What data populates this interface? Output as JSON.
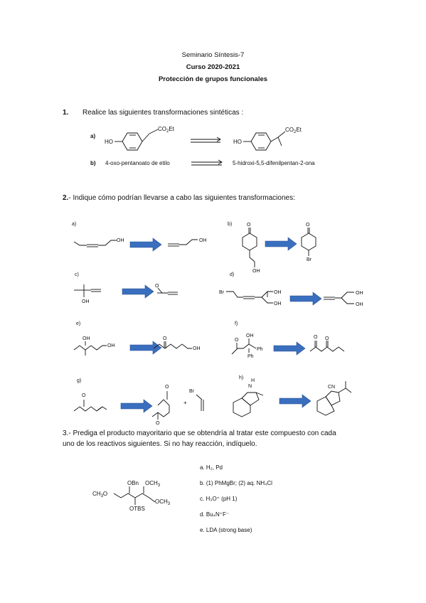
{
  "header": {
    "title": "Seminario Síntesis-7",
    "course": "Curso 2020-2021",
    "topic": "Protección de grupos funcionales"
  },
  "q1": {
    "number": "1.",
    "text": "Realice las siguientes transformaciones sintéticas :",
    "a_label": "a)",
    "b_label": "b)",
    "b_start": "4-oxo-pentanoato de etilo",
    "b_end": "5-hidroxi-5,5-difenilpentan-2-ona"
  },
  "q2": {
    "number": "2.",
    "text": "- Indique cómo podrían llevarse a cabo las siguientes transformaciones:",
    "labels": [
      "a)",
      "b)",
      "c)",
      "d)",
      "e)",
      "f)",
      "g)",
      "h)"
    ]
  },
  "q3": {
    "text_line1": "3.- Prediga el producto mayoritario que se obtendría al tratar este compuesto con cada",
    "text_line2": "uno de los reactivos siguientes. Si no hay reacción, indíquelo.",
    "reagents": [
      "a. H₂, Pd",
      "b. (1) PhMgBr; (2) aq. NH₄Cl",
      "c. H₃O⁺ (pH 1)",
      "d. Bu₄N⁺F⁻",
      "e. LDA (strong base)"
    ]
  },
  "colors": {
    "arrow_blue": "#3a6fbf"
  }
}
